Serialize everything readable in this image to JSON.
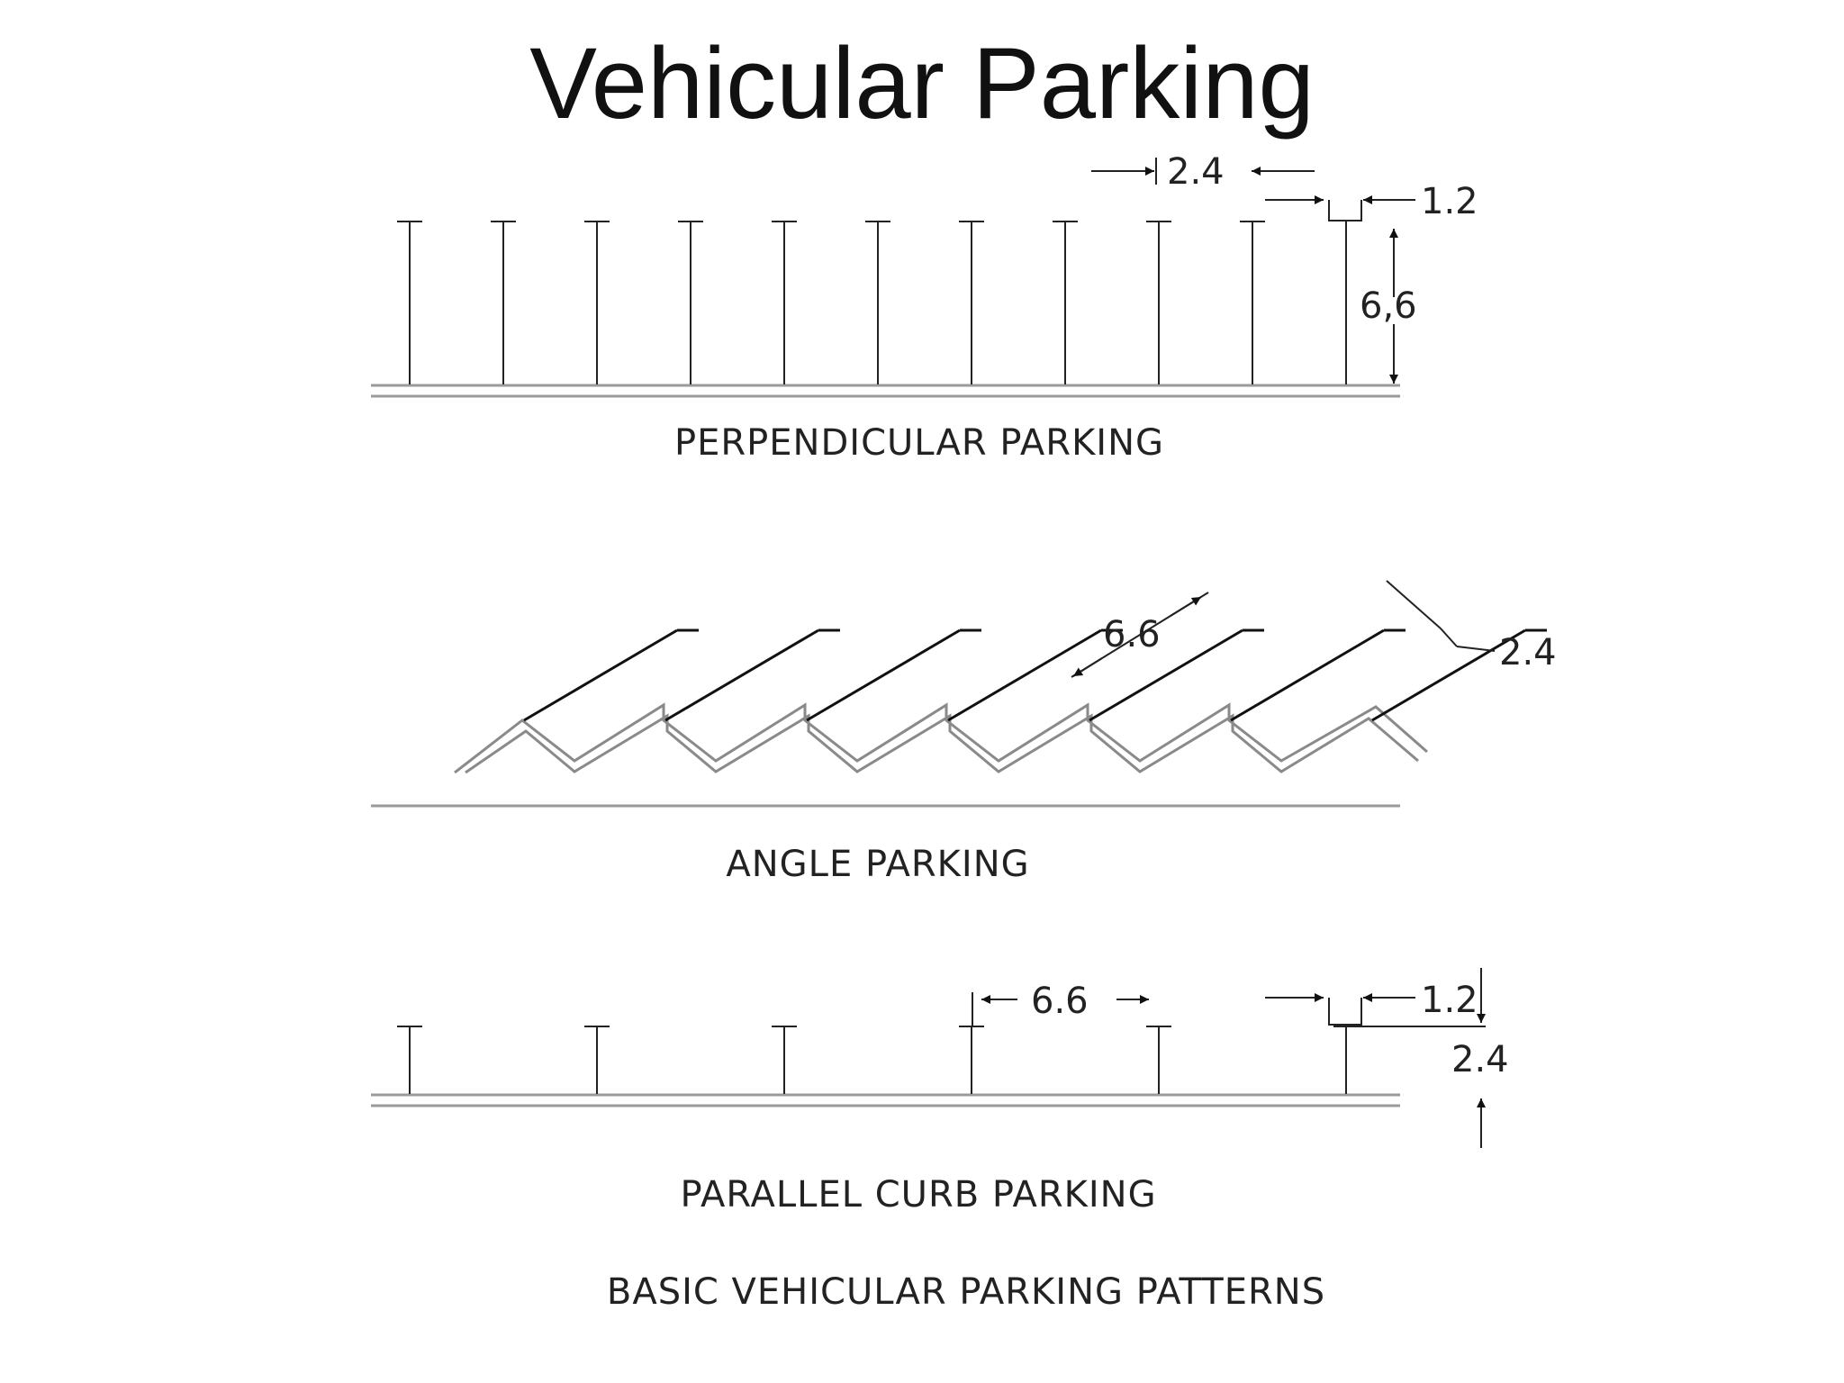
{
  "title": "Vehicular Parking",
  "perpendicular": {
    "label": "PERPENDICULAR PARKING",
    "dim_width": "2.4",
    "dim_line_gap": "1.2",
    "dim_depth": "6,6"
  },
  "angle": {
    "label": "ANGLE PARKING",
    "dim_length": "6.6",
    "dim_width": "2.4"
  },
  "parallel": {
    "label": "PARALLEL CURB  PARKING",
    "dim_length": "6.6",
    "dim_line_gap": "1.2",
    "dim_depth": "2.4"
  },
  "caption": "BASIC VEHICULAR PARKING PATTERNS"
}
